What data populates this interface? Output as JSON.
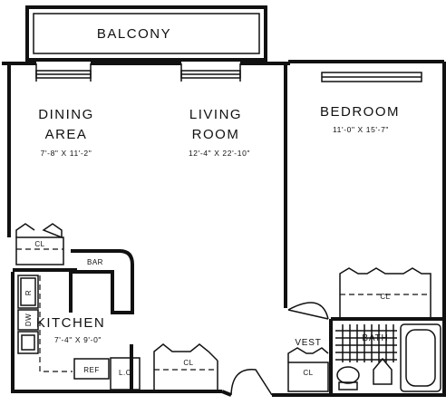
{
  "rooms": {
    "balcony": {
      "name": "BALCONY"
    },
    "dining": {
      "name_line1": "DINING",
      "name_line2": "AREA",
      "dimensions": "7'-8\" X 11'-2\""
    },
    "living": {
      "name_line1": "LIVING",
      "name_line2": "ROOM",
      "dimensions": "12'-4\" X 22'-10\""
    },
    "bedroom": {
      "name": "BEDROOM",
      "dimensions": "11'-0\" X 15'-7\""
    },
    "kitchen": {
      "name": "KITCHEN",
      "dimensions": "7'-4\" X 9'-0\""
    },
    "vest": {
      "name": "VEST"
    },
    "bath": {
      "name": "BATH"
    }
  },
  "fixtures": {
    "bar": "BAR",
    "ref": "REF",
    "dw": "DW",
    "range": "R",
    "linen_closet": "L.C",
    "closet": "CL"
  }
}
